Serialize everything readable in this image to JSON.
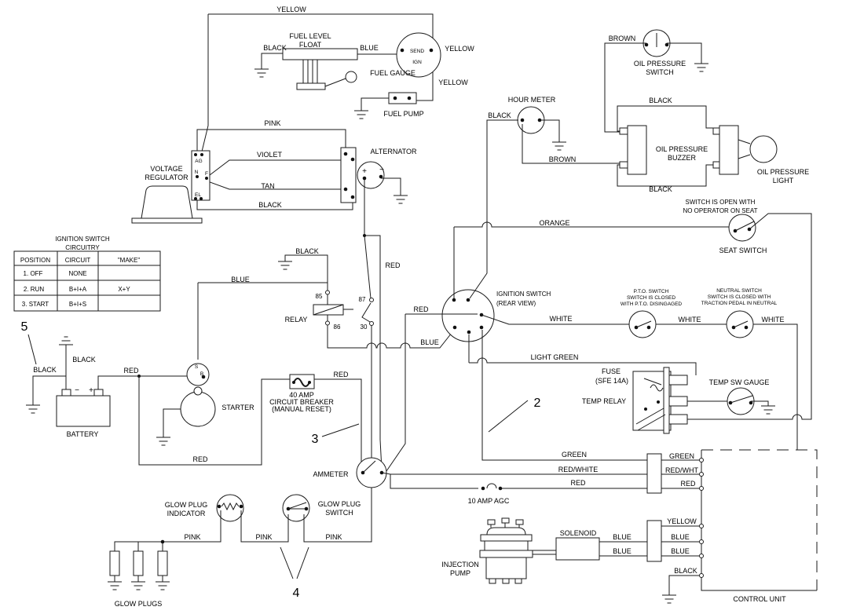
{
  "fuel": {
    "yellow_top": "YELLOW",
    "float_l1": "FUEL LEVEL",
    "float_l2": "FLOAT",
    "black": "BLACK",
    "blue": "BLUE",
    "send": "SEND",
    "ign": "IGN",
    "yellow_right": "YELLOW",
    "gauge_label": "FUEL GAUGE",
    "yellow_down": "YELLOW",
    "pump_label": "FUEL PUMP"
  },
  "regulator": {
    "pink": "PINK",
    "l1": "VOLTAGE",
    "l2": "REGULATOR",
    "ag": "AG",
    "n": "N",
    "f": "F",
    "el": "EL",
    "violet": "VIOLET",
    "tan": "TAN",
    "black": "BLACK"
  },
  "alternator": {
    "label": "ALTERNATOR",
    "plus": "+",
    "minus": "−",
    "red": "RED"
  },
  "oil": {
    "brown": "BROWN",
    "switch_l1": "OIL PRESSURE",
    "switch_l2": "SWITCH",
    "hour_meter": "HOUR METER",
    "black_hour": "BLACK",
    "brown2": "BROWN",
    "black_top": "BLACK",
    "black_bottom": "BLACK",
    "buzzer_l1": "OIL PRESSURE",
    "buzzer_l2": "BUZZER",
    "light_l1": "OIL PRESSURE",
    "light_l2": "LIGHT"
  },
  "seat": {
    "note_l1": "SWITCH IS OPEN WITH",
    "note_l2": "NO OPERATOR ON SEAT",
    "label": "SEAT SWITCH",
    "orange": "ORANGE"
  },
  "ignition": {
    "l1": "IGNITION SWITCH",
    "l2": "(REAR VIEW)",
    "red": "RED",
    "blue": "BLUE",
    "white": "WHITE",
    "light_green": "LIGHT GREEN"
  },
  "pto": {
    "l1": "P.T.O. SWITCH",
    "l2": "SWITCH IS CLOSED",
    "l3": "WITH P.T.O. DISINGAGED",
    "white": "WHITE"
  },
  "neutral": {
    "l1": "NEUTRAL SWITCH",
    "l2": "SWITCH IS CLOSED WITH",
    "l3": "TRACTION PEDAL IN NEUTRAL",
    "white": "WHITE"
  },
  "relay": {
    "label": "RELAY",
    "t85": "85",
    "t86": "86",
    "t87": "87",
    "t30": "30",
    "black": "BLACK",
    "blue": "BLUE"
  },
  "starter": {
    "label": "STARTER",
    "s": "S",
    "b": "B"
  },
  "battery": {
    "label": "BATTERY",
    "minus": "−",
    "plus": "+",
    "black_left": "BLACK",
    "black_top": "BLACK",
    "red": "RED",
    "red_bottom": "RED"
  },
  "breaker": {
    "l1": "40 AMP",
    "l2": "CIRCUIT BREAKER",
    "l3": "(MANUAL RESET)",
    "red": "RED"
  },
  "ammeter": {
    "label": "AMMETER",
    "fuse": "10 AMP AGC"
  },
  "temp": {
    "fuse_l1": "FUSE",
    "fuse_l2": "(SFE 14A)",
    "relay": "TEMP RELAY",
    "gauge": "TEMP SW GAUGE"
  },
  "glow": {
    "ind_l1": "GLOW PLUG",
    "ind_l2": "INDICATOR",
    "sw_l1": "GLOW PLUG",
    "sw_l2": "SWITCH",
    "pink1": "PINK",
    "pink2": "PINK",
    "pink3": "PINK",
    "plugs": "GLOW PLUGS"
  },
  "injection": {
    "l1": "INJECTION",
    "l2": "PUMP",
    "solenoid": "SOLENOID",
    "blue1": "BLUE",
    "blue2": "BLUE"
  },
  "control": {
    "label": "CONTROL UNIT",
    "green_left": "GREEN",
    "redwhite_left": "RED/WHITE",
    "red_left": "RED",
    "green_right": "GREEN",
    "redwht_right": "RED/WHT",
    "red_right": "RED",
    "yellow": "YELLOW",
    "blue1": "BLUE",
    "blue2": "BLUE",
    "black": "BLACK"
  },
  "table": {
    "title1": "IGNITION SWITCH",
    "title2": "CIRCUITRY",
    "headers": [
      "POSITION",
      "CIRCUIT",
      "\"MAKE\""
    ],
    "rows": [
      [
        "1. OFF",
        "NONE",
        ""
      ],
      [
        "2. RUN",
        "B+I+A",
        "X+Y"
      ],
      [
        "3. START",
        "B+I+S",
        ""
      ]
    ]
  },
  "callouts": {
    "n2": "2",
    "n3": "3",
    "n4": "4",
    "n5": "5"
  }
}
